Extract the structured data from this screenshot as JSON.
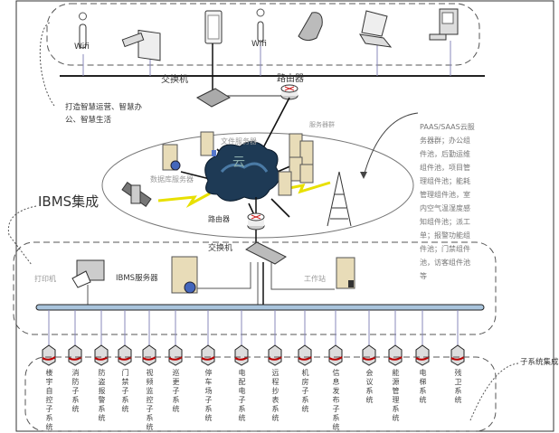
{
  "top_devices": {
    "wifi1": "Wifi",
    "wifi2": "Wifi"
  },
  "labels": {
    "switch_top": "交换机",
    "router_top": "路由器",
    "slogan": "打造智慧运营、智慧办公、智慧生活",
    "server_cluster": "服务器群",
    "file_server": "文件服务器",
    "db_server": "数据库服务器",
    "cloud": "云",
    "ibms": "IBMS集成",
    "router_bottom": "路由器",
    "switch_bottom": "交换机",
    "printer": "打印机",
    "ibms_server": "IBMS服务器",
    "workstation": "工作站",
    "subsystem_integration": "子系统集成"
  },
  "cloud_note": "PAAS/SAAS云服务器群；办公组件池，后勤运维组件池，项目管理组件池；能耗管理组件池，室内空气温湿度感知组件池；派工单；报警功能组件池；门禁组件池，访客组件池等",
  "subsystems": [
    "楼宇自控子系统",
    "消防子系统",
    "防盗报警系统",
    "门禁子系统",
    "视频监控子系统",
    "巡更子系统",
    "停车场子系统",
    "电配电子系统",
    "远程抄表系统",
    "机房子系统",
    "信息发布子系统",
    "会议系统",
    "能源管理系统",
    "电梯系统",
    "残卫系统"
  ],
  "colors": {
    "bus": "#a9c4dc",
    "drop": "#8888bb",
    "cloud": "#1e3a55",
    "lightning": "#e8e000",
    "router": "#cc2222"
  }
}
